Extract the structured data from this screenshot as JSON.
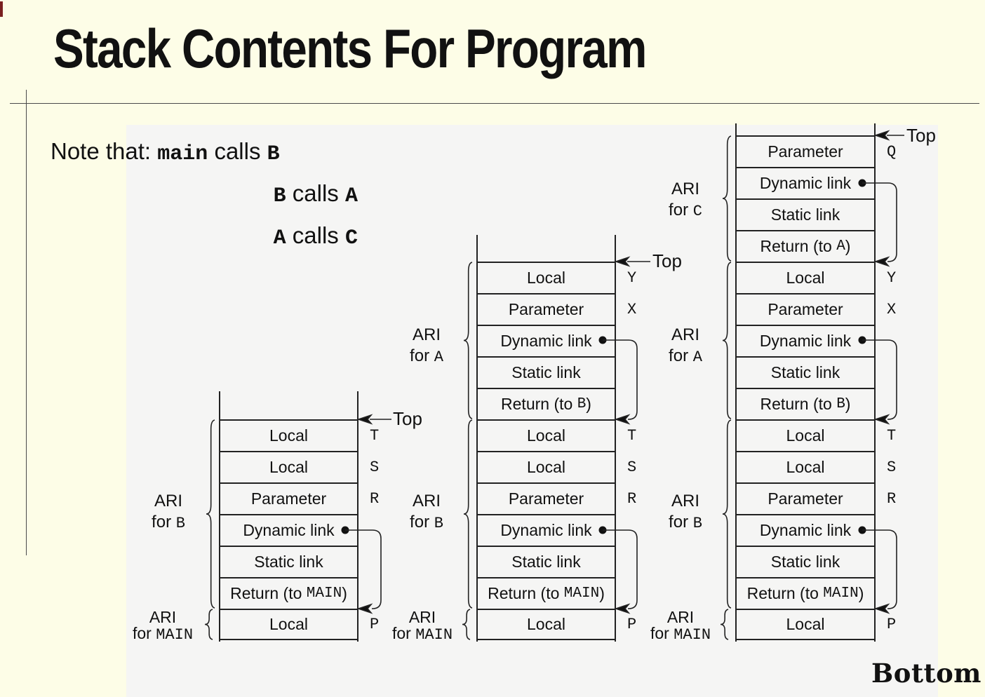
{
  "slide": {
    "title": "Stack Contents For Program",
    "bottom_label": "Bottom"
  },
  "note": {
    "prefix": "Note that: ",
    "lines": [
      {
        "caller": "main",
        "middle": " calls ",
        "callee": "B"
      },
      {
        "caller": "B",
        "middle": " calls ",
        "callee": "A"
      },
      {
        "caller": "A",
        "middle": " calls ",
        "callee": "C"
      }
    ]
  },
  "stacks": [
    {
      "top_label": "Top",
      "groups": [
        {
          "ari": "ARI",
          "for_prefix": "for ",
          "proc": "B"
        },
        {
          "ari": "ARI",
          "for_prefix": "for ",
          "proc": "MAIN"
        }
      ],
      "cells": [
        {
          "pre": "Local",
          "reg": "T"
        },
        {
          "pre": "Local",
          "reg": "S"
        },
        {
          "pre": "Parameter",
          "reg": "R"
        },
        {
          "pre": "Dynamic link"
        },
        {
          "pre": "Static link"
        },
        {
          "pre": "Return (to ",
          "mono": "MAIN",
          "post": ")"
        },
        {
          "pre": "Local",
          "reg": "P"
        }
      ]
    },
    {
      "top_label": "Top",
      "groups": [
        {
          "ari": "ARI",
          "for_prefix": "for ",
          "proc": "A"
        },
        {
          "ari": "ARI",
          "for_prefix": "for ",
          "proc": "B"
        },
        {
          "ari": "ARI",
          "for_prefix": "for ",
          "proc": "MAIN"
        }
      ],
      "cells": [
        {
          "pre": "Local",
          "reg": "Y"
        },
        {
          "pre": "Parameter",
          "reg": "X"
        },
        {
          "pre": "Dynamic link"
        },
        {
          "pre": "Static link"
        },
        {
          "pre": "Return (to ",
          "mono": "B",
          "post": ")"
        },
        {
          "pre": "Local",
          "reg": "T"
        },
        {
          "pre": "Local",
          "reg": "S"
        },
        {
          "pre": "Parameter",
          "reg": "R"
        },
        {
          "pre": "Dynamic link"
        },
        {
          "pre": "Static link"
        },
        {
          "pre": "Return (to ",
          "mono": "MAIN",
          "post": ")"
        },
        {
          "pre": "Local",
          "reg": "P"
        }
      ]
    },
    {
      "top_label": "Top",
      "groups": [
        {
          "ari": "ARI",
          "for_prefix": "for ",
          "proc": "C"
        },
        {
          "ari": "ARI",
          "for_prefix": "for ",
          "proc": "A"
        },
        {
          "ari": "ARI",
          "for_prefix": "for ",
          "proc": "B"
        },
        {
          "ari": "ARI",
          "for_prefix": "for ",
          "proc": "MAIN"
        }
      ],
      "cells": [
        {
          "pre": "Parameter",
          "reg": "Q"
        },
        {
          "pre": "Dynamic link"
        },
        {
          "pre": "Static link"
        },
        {
          "pre": "Return (to ",
          "mono": "A",
          "post": ")"
        },
        {
          "pre": "Local",
          "reg": "Y"
        },
        {
          "pre": "Parameter",
          "reg": "X"
        },
        {
          "pre": "Dynamic link"
        },
        {
          "pre": "Static link"
        },
        {
          "pre": "Return (to ",
          "mono": "B",
          "post": ")"
        },
        {
          "pre": "Local",
          "reg": "T"
        },
        {
          "pre": "Local",
          "reg": "S"
        },
        {
          "pre": "Parameter",
          "reg": "R"
        },
        {
          "pre": "Dynamic link"
        },
        {
          "pre": "Static link"
        },
        {
          "pre": "Return (to ",
          "mono": "MAIN",
          "post": ")"
        },
        {
          "pre": "Local",
          "reg": "P"
        }
      ]
    }
  ]
}
